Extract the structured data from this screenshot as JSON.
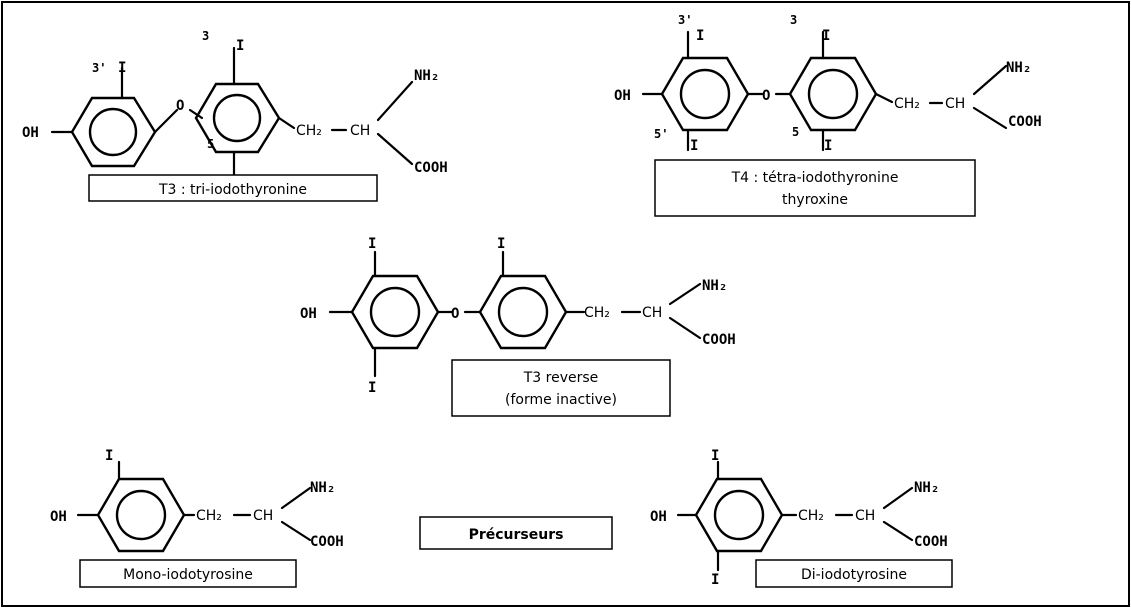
{
  "labels": {
    "t3": "T3 : tri-iodothyronine",
    "t4_line1": "T4 : tétra-iodothyronine",
    "t4_line2": "thyroxine",
    "rt3_line1": "T3 reverse",
    "rt3_line2": "(forme inactive)",
    "precurseurs": "Précurseurs",
    "mit": "Mono-iodotyrosine",
    "dit": "Di-iodotyrosine"
  },
  "atoms": {
    "oh": "OH",
    "o": "O",
    "i": "I",
    "nh2": "NH₂",
    "cooh": "COOH",
    "ch2": "CH₂",
    "ch": "CH"
  },
  "positions": {
    "p3": "3",
    "p3prime": "3'",
    "p5": "5",
    "p5prime": "5'"
  }
}
